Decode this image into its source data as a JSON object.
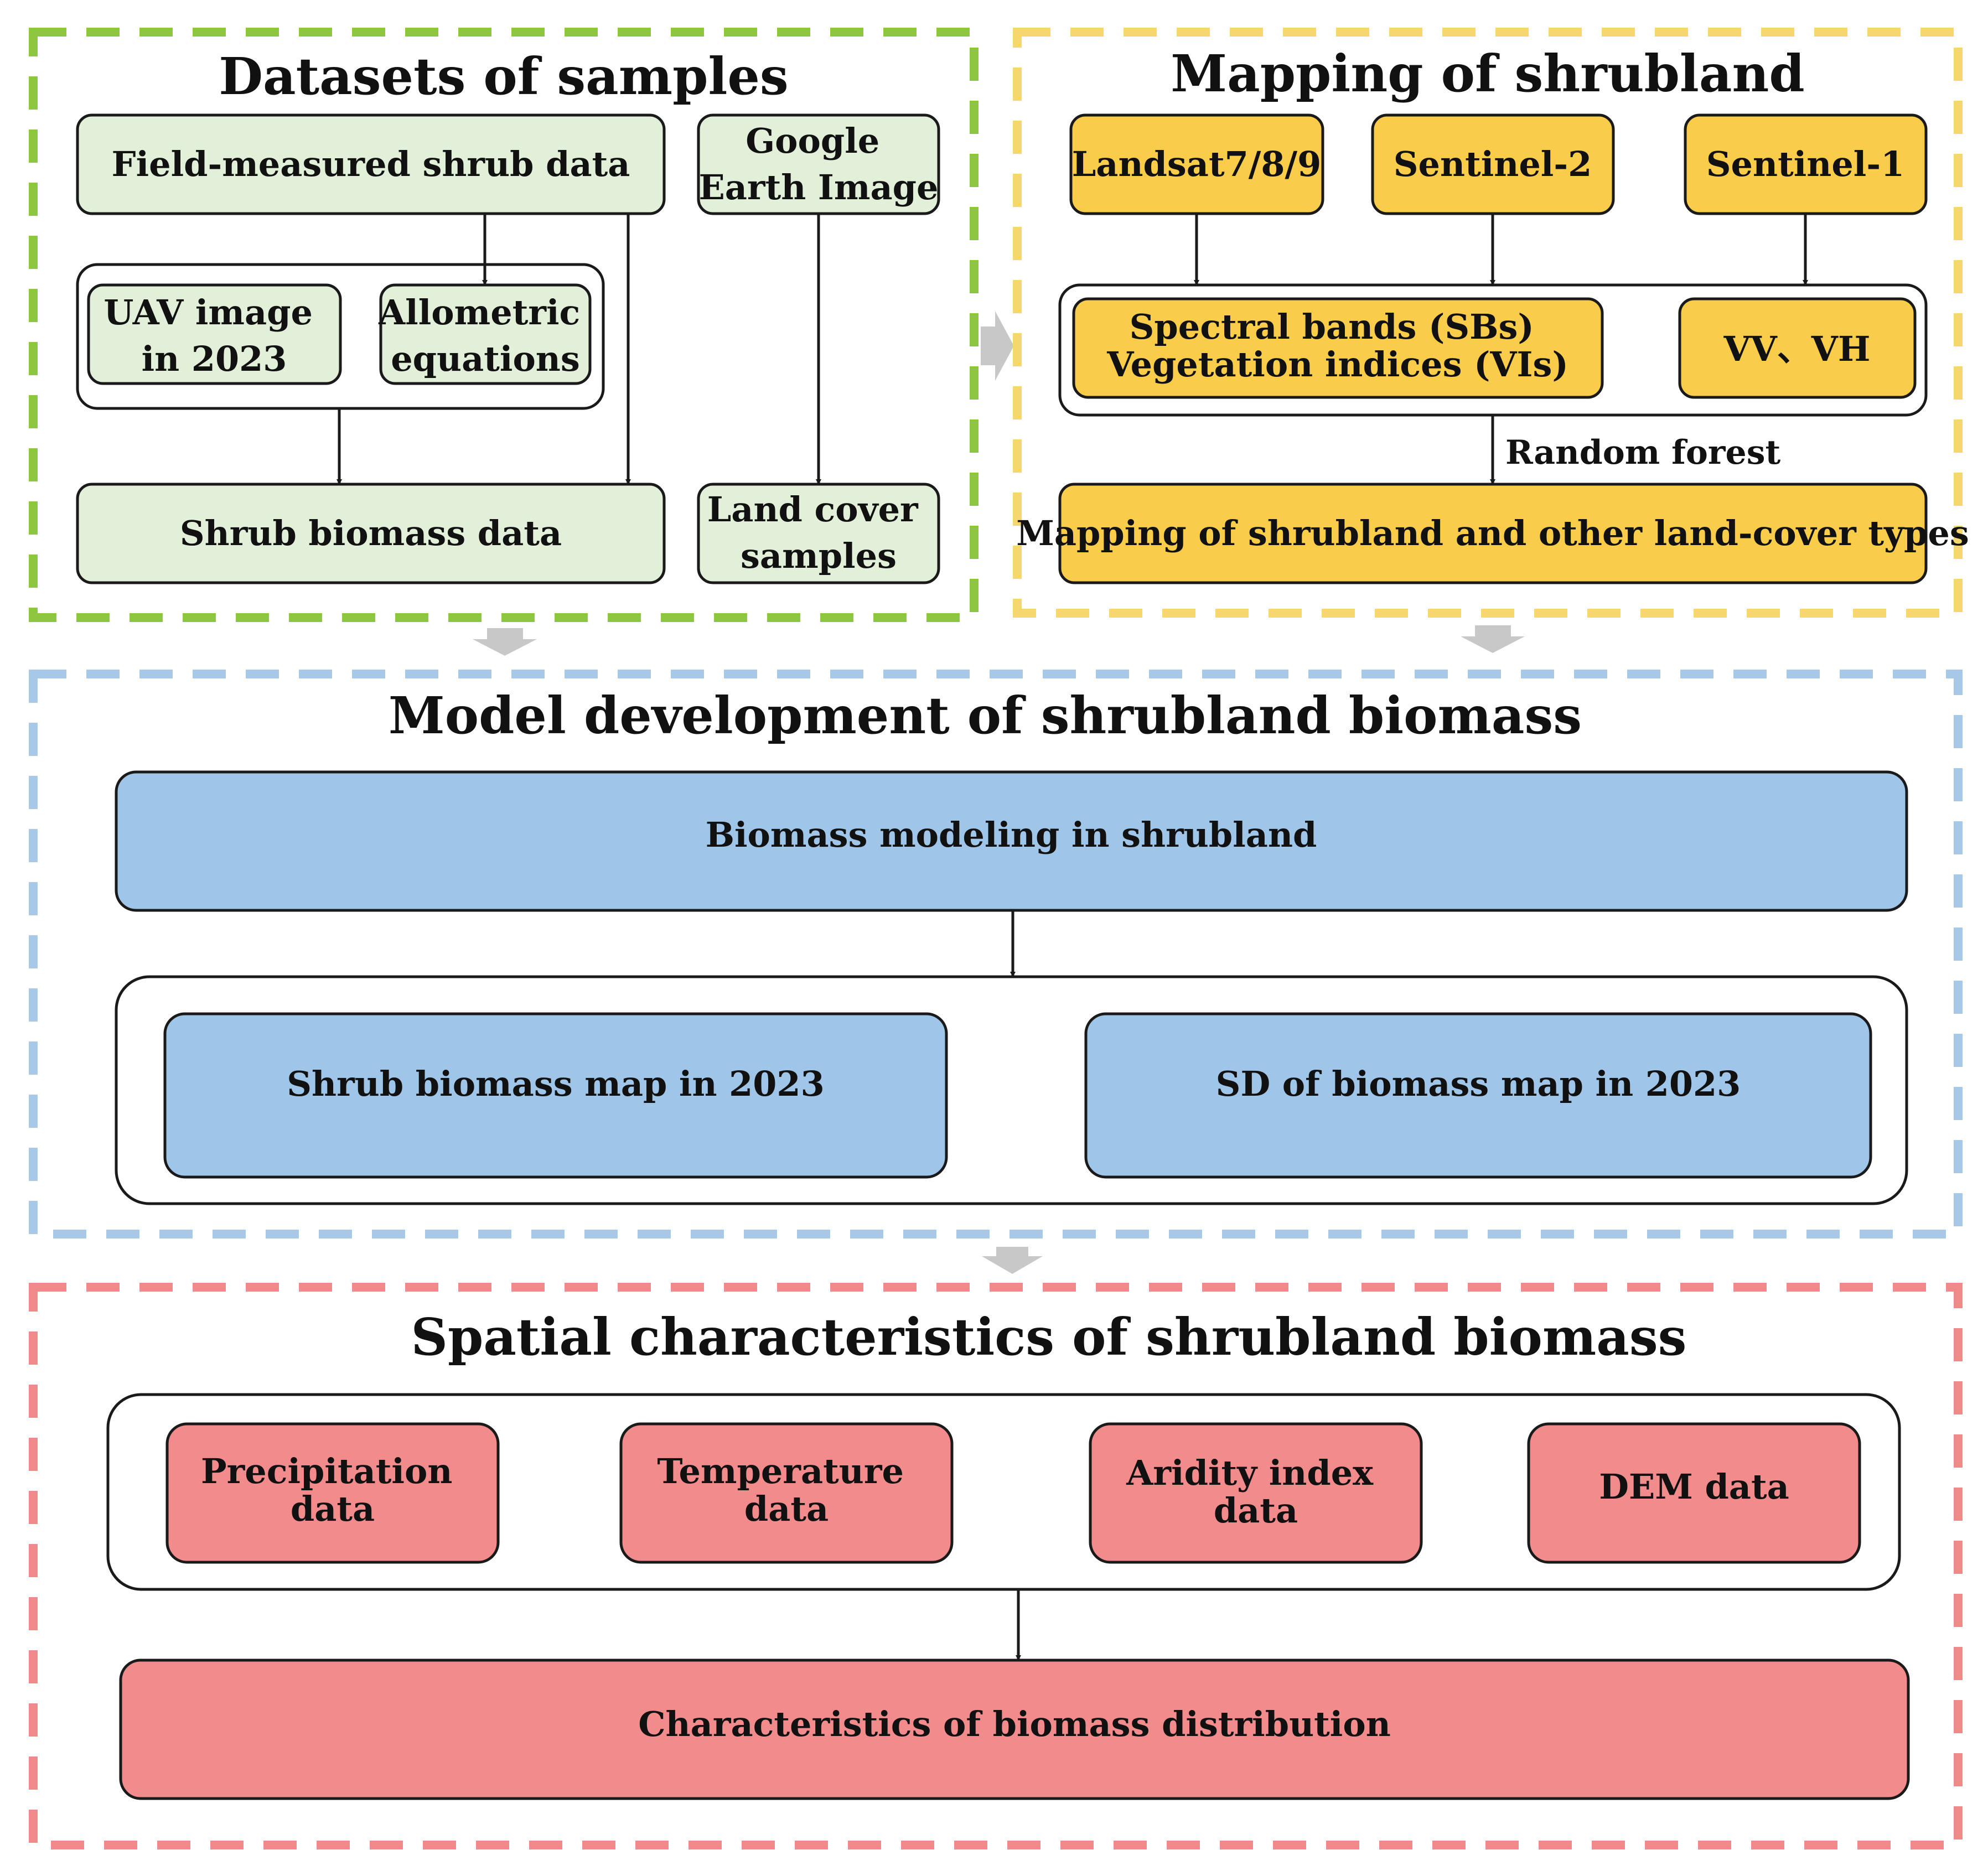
{
  "colors": {
    "green_border": "#8dc63f",
    "green_fill": "#e2efd9",
    "yellow_border": "#f5d76e",
    "yellow_fill": "#f9cc4a",
    "blue_border": "#a8c8e8",
    "blue_fill": "#9fc5e8",
    "red_border": "#f08a8a",
    "red_fill": "#f28b8b",
    "grey_arrow": "#c8c8c8",
    "line": "#1a1a1a"
  },
  "sections": {
    "datasets": {
      "title": "Datasets of samples",
      "field_measured": "Field-measured shrub data",
      "google_earth": [
        "Google",
        "Earth Image"
      ],
      "uav": [
        "UAV image",
        "in 2023"
      ],
      "allometric": [
        "Allometric",
        "equations"
      ],
      "shrub_biomass_data": "Shrub biomass data",
      "land_cover": [
        "Land cover",
        "samples"
      ]
    },
    "mapping": {
      "title": "Mapping of shrubland",
      "landsat": "Landsat7/8/9",
      "sentinel2": "Sentinel-2",
      "sentinel1": "Sentinel-1",
      "spectral": [
        "Spectral bands (SBs)",
        "Vegetation indices (VIs)"
      ],
      "vv_vh": "VV、VH",
      "random_forest": "Random forest",
      "mapping_result": "Mapping of shrubland and other land-cover types"
    },
    "model": {
      "title": "Model development of shrubland biomass",
      "biomass_modeling": "Biomass modeling in shrubland",
      "biomass_map": "Shrub biomass map in 2023",
      "sd_map": "SD of  biomass map in 2023"
    },
    "spatial": {
      "title": "Spatial characteristics of shrubland biomass",
      "precipitation": [
        "Precipitation",
        "data"
      ],
      "temperature": [
        "Temperature",
        "data"
      ],
      "aridity": [
        "Aridity index",
        "data"
      ],
      "dem": "DEM data",
      "distribution": "Characteristics of biomass distribution"
    }
  }
}
